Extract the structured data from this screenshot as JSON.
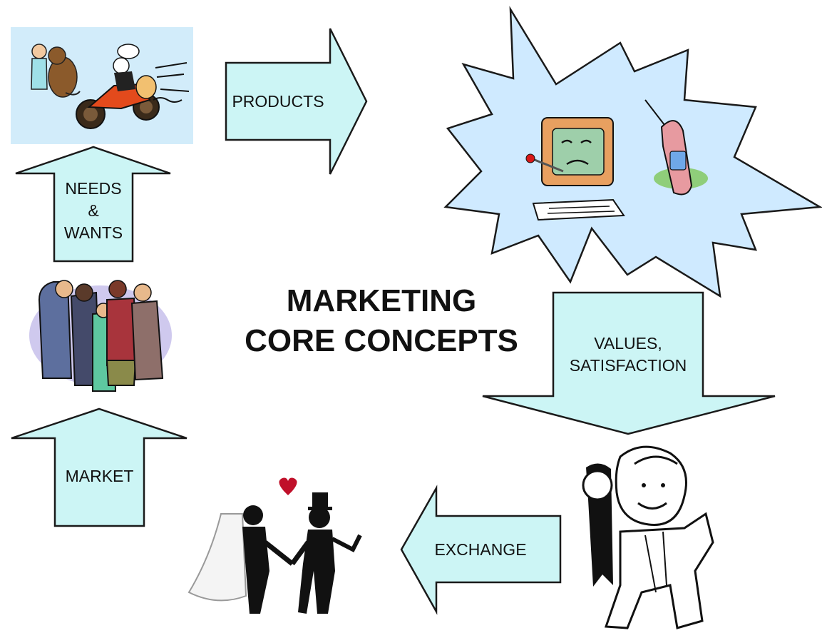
{
  "title": {
    "line1": "MARKETING",
    "line2": "CORE CONCEPTS"
  },
  "arrows": {
    "products": "PRODUCTS",
    "needs": [
      "NEEDS",
      "&",
      "WANTS"
    ],
    "values": [
      "VALUES,",
      "SATISFACTION"
    ],
    "market": "MARKET",
    "exchange": "EXCHANGE"
  },
  "clipart": {
    "dog_motorcycle": "dog-and-motorcycle-clipart",
    "computer_starburst": "sick-computer-and-phone-clipart",
    "crowd": "crowd-of-people-clipart",
    "winner": "man-with-first-place-ribbon-clipart",
    "couple": "bride-and-groom-clipart"
  },
  "colors": {
    "arrow_fill": "#ccf5f5",
    "burst_fill": "#cfeaff",
    "panel_fill": "#d2ecfa",
    "crowd_bg": "#cfc9ee",
    "heart": "#c0102a"
  }
}
